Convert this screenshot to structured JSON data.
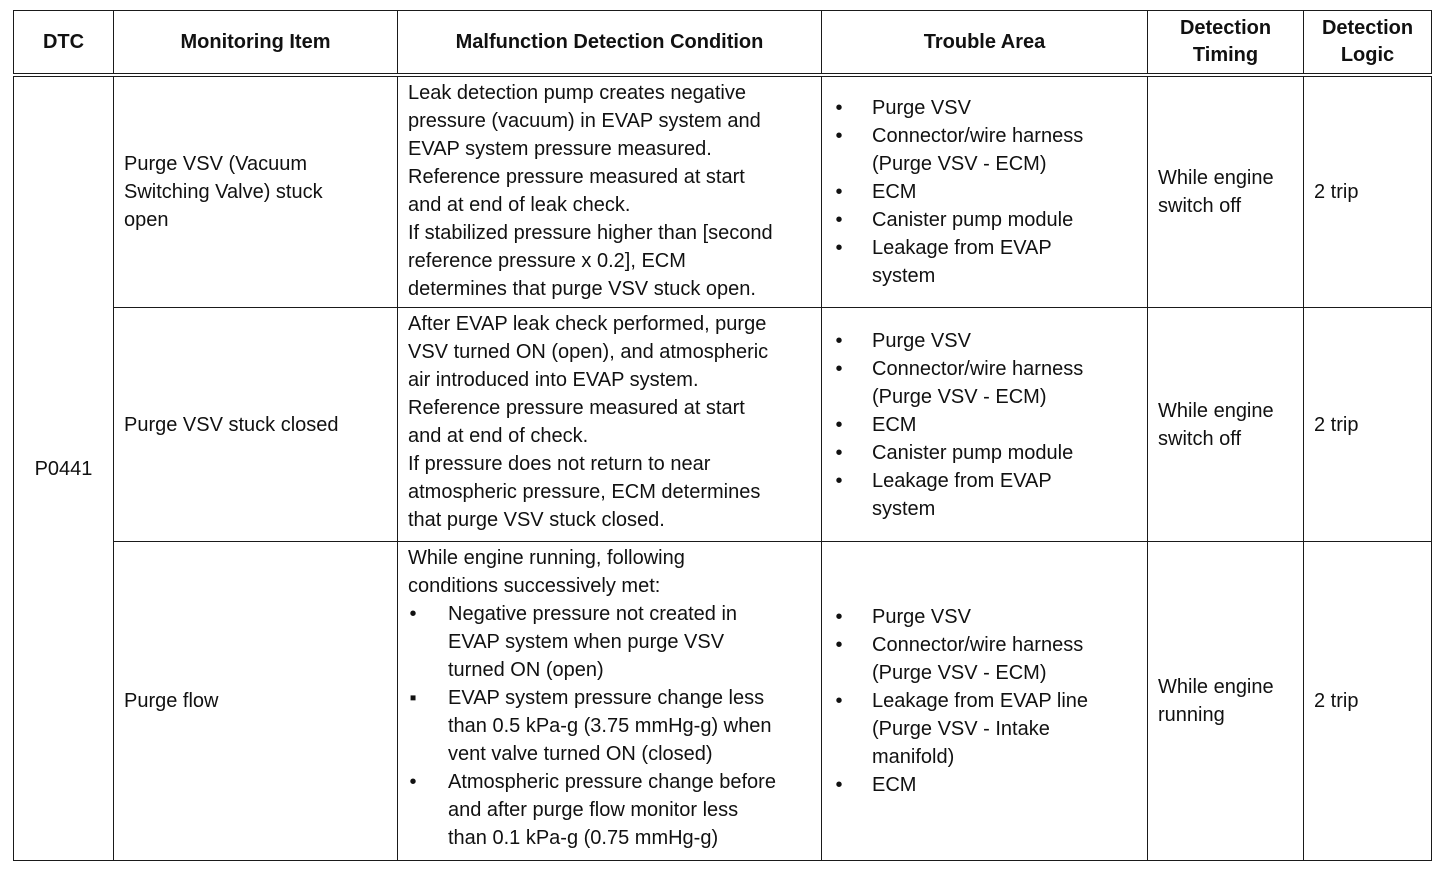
{
  "headers": {
    "dtc": "DTC",
    "monitoring_item": "Monitoring Item",
    "condition": "Malfunction Detection Condition",
    "trouble_area": "Trouble Area",
    "timing": "Detection\nTiming",
    "logic": "Detection\nLogic"
  },
  "dtc_code": "P0441",
  "rows": [
    {
      "monitoring_item": "Purge VSV (Vacuum\nSwitching Valve) stuck\nopen",
      "condition_intro": "Leak detection pump creates negative\npressure (vacuum) in EVAP system and\nEVAP system pressure measured.\nReference pressure measured at start\nand at end of leak check.\nIf stabilized pressure higher than [second\nreference pressure x 0.2], ECM\ndetermines that purge VSV stuck open.",
      "trouble_area": [
        "Purge VSV",
        "Connector/wire harness\n(Purge VSV - ECM)",
        "ECM",
        "Canister pump module",
        "Leakage from EVAP\nsystem"
      ],
      "timing": "While engine\nswitch off",
      "logic": "2 trip"
    },
    {
      "monitoring_item": "Purge VSV stuck closed",
      "condition_intro": "After EVAP leak check performed, purge\nVSV turned ON (open), and atmospheric\nair introduced into EVAP system.\nReference pressure measured at start\nand at end of check.\nIf pressure does not return to near\natmospheric pressure, ECM determines\nthat purge VSV stuck closed.",
      "trouble_area": [
        "Purge VSV",
        "Connector/wire harness\n(Purge VSV - ECM)",
        "ECM",
        "Canister pump module",
        "Leakage from EVAP\nsystem"
      ],
      "timing": "While engine\nswitch off",
      "logic": "2 trip"
    },
    {
      "monitoring_item": "Purge flow",
      "condition_intro": "While engine running, following\nconditions successively met:",
      "condition_bullets": [
        {
          "mark": "•",
          "text": "Negative pressure not created in\nEVAP system when purge VSV\nturned ON (open)"
        },
        {
          "mark": "▪",
          "text": "EVAP system pressure change less\nthan 0.5 kPa-g (3.75 mmHg-g) when\nvent valve turned ON (closed)"
        },
        {
          "mark": "•",
          "text": "Atmospheric pressure change before\nand after purge flow monitor less\nthan 0.1 kPa-g (0.75 mmHg-g)"
        }
      ],
      "trouble_area": [
        "Purge VSV",
        "Connector/wire harness\n(Purge VSV - ECM)",
        "Leakage from EVAP line\n(Purge VSV - Intake\nmanifold)",
        "ECM"
      ],
      "timing": "While engine\nrunning",
      "logic": "2 trip"
    }
  ],
  "bullet_mark": "•"
}
